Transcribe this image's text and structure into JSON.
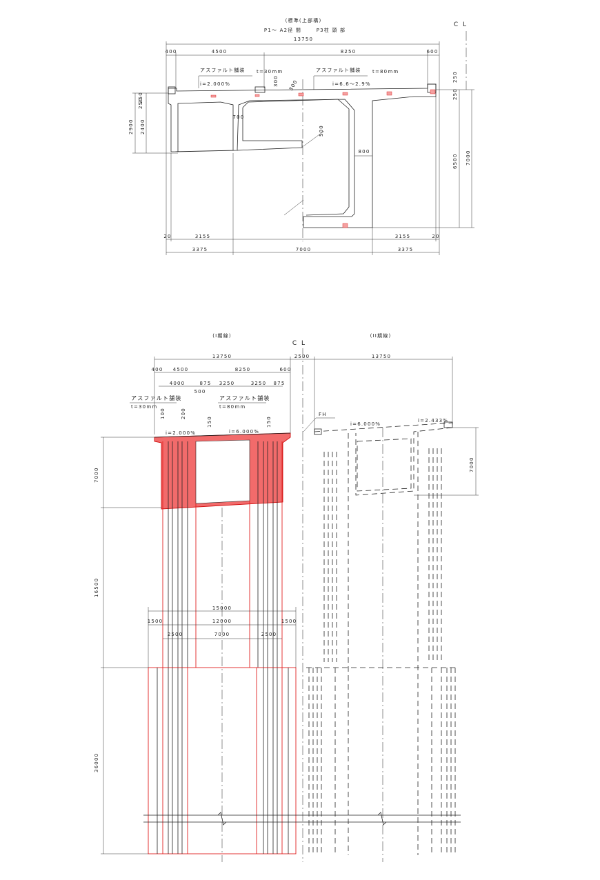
{
  "top": {
    "title": "(標準(上部構)",
    "subtitle_left": "P1～ A2径 間",
    "subtitle_right": "P3柱 頭 部",
    "cl": "C L",
    "overall_width": "13750",
    "dims_top": [
      "400",
      "4500",
      "8250",
      "600"
    ],
    "paving_left": "アスファルト舗装",
    "paving_left_t": "t=30mm",
    "paving_right": "アスファルト舗装",
    "paving_right_t": "t=80mm",
    "slope_left": "i=2.000%",
    "slope_right": "i=6.6～2.9%",
    "dim_300_a": "300",
    "dim_300_b": "300",
    "dim_500": "500",
    "dim_800": "800",
    "dim_700": "700",
    "left_dims": [
      "250",
      "250",
      "2900",
      "2400"
    ],
    "right_dims": [
      "250",
      "250",
      "6500",
      "7000"
    ],
    "bottom_row1": [
      "20",
      "3155",
      "3155",
      "20"
    ],
    "bottom_row2": [
      "3375",
      "7000",
      "3375"
    ]
  },
  "bottom": {
    "label_left": "(I期線)",
    "label_right": "(II期線)",
    "cl": "C L",
    "fh": "FH",
    "width_left": "13750",
    "gap": "2500",
    "width_right": "13750",
    "row1": [
      "400",
      "4500",
      "8250",
      "600"
    ],
    "row2": [
      "4000",
      "875",
      "3250",
      "3250",
      "875"
    ],
    "dim_500": "500",
    "paving_left": "アスファルト舗装",
    "paving_left_t": "t=30mm",
    "paving_right": "アスファルト舗装",
    "paving_right_t": "t=80mm",
    "dims_small": [
      "100",
      "200",
      "150",
      "150"
    ],
    "slope_a": "i=2.000%",
    "slope_b": "i=6.000%",
    "slope_c": "i=6.000%",
    "slope_d": "i=2.433%",
    "height_right": "7000",
    "left_dims": [
      "7000",
      "16500",
      "36000"
    ],
    "pier_15000": "15000",
    "pier_12000": "12000",
    "pier_1500_l": "1500",
    "pier_1500_r": "1500",
    "pier_2500_l": "2500",
    "pier_7000": "7000",
    "pier_2500_r": "2500"
  },
  "colors": {
    "line": "#222222",
    "highlight": "#f26b6b",
    "highlight_stroke": "#e02020"
  }
}
